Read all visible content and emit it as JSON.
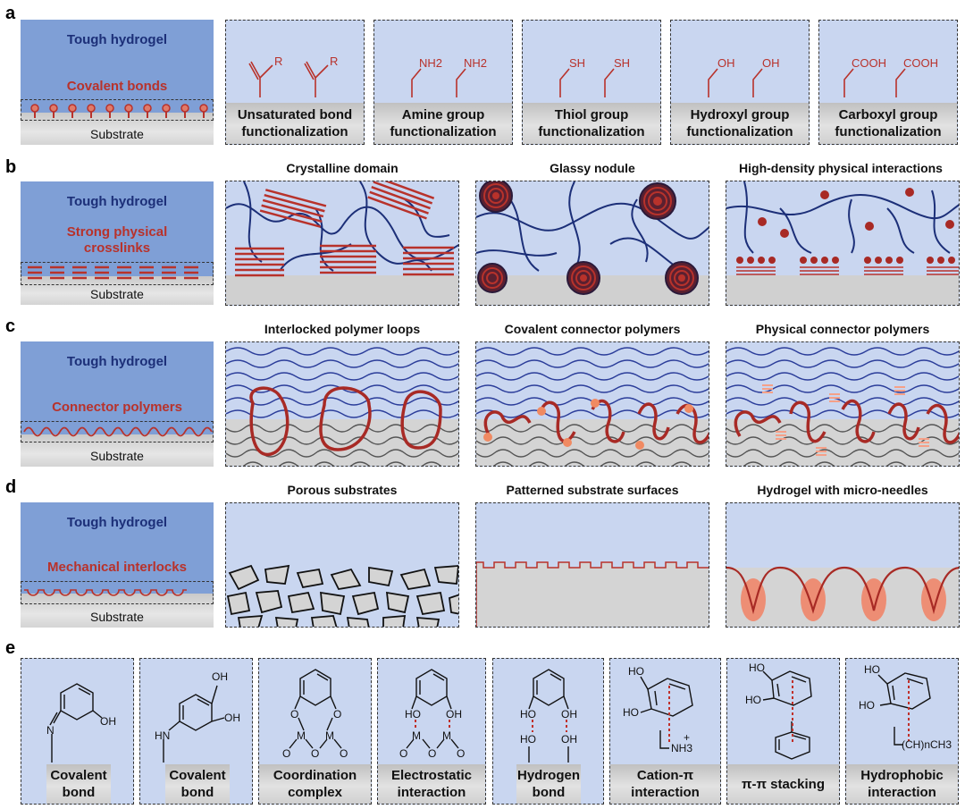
{
  "rows": {
    "a": {
      "letter": "a",
      "gel_label": "Tough hydrogel",
      "bond_label": "Covalent bonds",
      "substrate_label": "Substrate",
      "panels": [
        {
          "caption": "Unsaturated bond functionalization",
          "groups": [
            "R",
            "R"
          ]
        },
        {
          "caption": "Amine group functionalization",
          "groups": [
            "NH2",
            "NH2"
          ]
        },
        {
          "caption": "Thiol group functionalization",
          "groups": [
            "SH",
            "SH"
          ]
        },
        {
          "caption": "Hydroxyl group functionalization",
          "groups": [
            "OH",
            "OH"
          ]
        },
        {
          "caption": "Carboxyl group functionalization",
          "groups": [
            "COOH",
            "COOH"
          ]
        }
      ]
    },
    "b": {
      "letter": "b",
      "gel_label": "Tough hydrogel",
      "bond_label": "Strong physical crosslinks",
      "substrate_label": "Substrate",
      "titles": [
        "Crystalline domain",
        "Glassy nodule",
        "High-density physical interactions"
      ]
    },
    "c": {
      "letter": "c",
      "gel_label": "Tough hydrogel",
      "bond_label": "Connector polymers",
      "substrate_label": "Substrate",
      "titles": [
        "Interlocked polymer loops",
        "Covalent connector polymers",
        "Physical connector polymers"
      ]
    },
    "d": {
      "letter": "d",
      "gel_label": "Tough hydrogel",
      "bond_label": "Mechanical interlocks",
      "substrate_label": "Substrate",
      "titles": [
        "Porous substrates",
        "Patterned substrate surfaces",
        "Hydrogel with micro-needles"
      ]
    },
    "e": {
      "letter": "e",
      "panels": [
        {
          "caption": "Covalent bond",
          "labels": [
            "N",
            "OH"
          ]
        },
        {
          "caption": "Covalent bond",
          "labels": [
            "HN",
            "OH",
            "OH"
          ]
        },
        {
          "caption": "Coordination complex",
          "labels": [
            "O",
            "O",
            "M",
            "M",
            "O",
            "O",
            "O"
          ]
        },
        {
          "caption": "Electrostatic interaction",
          "labels": [
            "HO",
            "OH",
            "M",
            "M",
            "O",
            "O",
            "O"
          ]
        },
        {
          "caption": "Hydrogen bond",
          "labels": [
            "HO",
            "OH",
            "HO",
            "OH"
          ]
        },
        {
          "caption": "Cation-π interaction",
          "labels": [
            "HO",
            "HO",
            "NH3",
            "+"
          ]
        },
        {
          "caption": "π-π stacking",
          "labels": [
            "HO",
            "HO"
          ]
        },
        {
          "caption": "Hydrophobic interaction",
          "labels": [
            "HO",
            "HO",
            "(CH)nCH3"
          ]
        }
      ]
    }
  },
  "colors": {
    "gel": "#c9d6f0",
    "gel_dark": "#7f9fd6",
    "substrate": "#d4d4d4",
    "accent_red": "#b8322b",
    "network_blue": "#1c2f78",
    "orange": "#f08a62"
  }
}
